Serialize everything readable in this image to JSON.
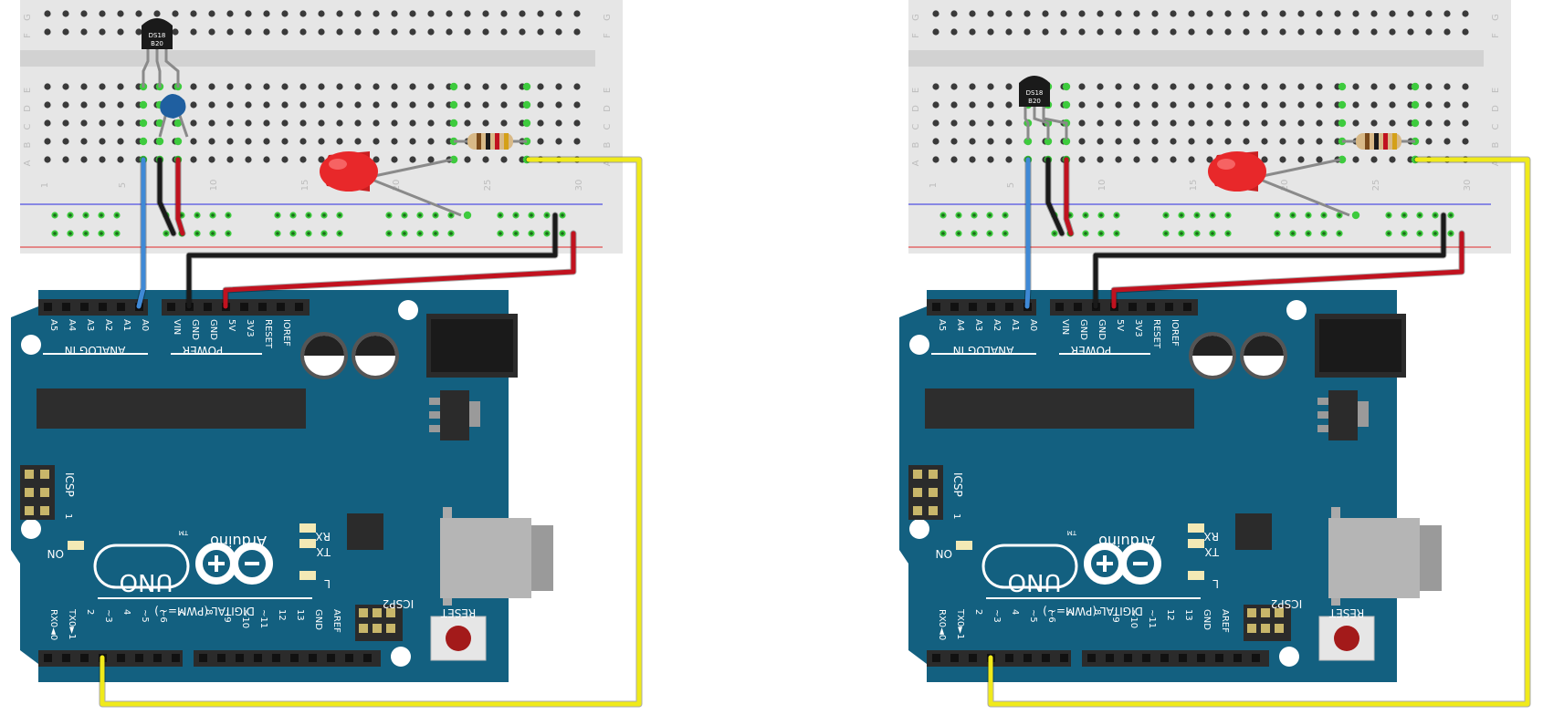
{
  "sensor": {
    "line1": "DS18",
    "line2": "B20"
  },
  "board": {
    "brand": "Arduino",
    "tm": "TM",
    "model": "UNO",
    "analog_header_label": "ANALOG IN",
    "power_header_label": "POWER",
    "digital_header_label": "DIGITAL (PWM=~)",
    "icsp_label": "ICSP",
    "icsp_pin1": "1",
    "icsp2_label": "ICSP2",
    "reset_label": "RESET",
    "on_label": "ON",
    "rx_label": "RX",
    "tx_label": "TX",
    "l_label": "L",
    "analog_pins": [
      "A5",
      "A4",
      "A3",
      "A2",
      "A1",
      "A0"
    ],
    "power_pins": [
      "VIN",
      "GND",
      "GND",
      "5V",
      "3V3",
      "RESET",
      "IOREF"
    ],
    "digital_pins_low": [
      "RX0◄0",
      "TX0►1",
      "2",
      "~3",
      "4",
      "~5",
      "~6",
      "7"
    ],
    "digital_pins_high": [
      "8",
      "~9",
      "~10",
      "~11",
      "12",
      "13",
      "GND",
      "AREF"
    ]
  },
  "breadboard": {
    "row_letters": [
      "G",
      "F",
      "E",
      "D",
      "C",
      "B",
      "A"
    ],
    "column_numbers": [
      "1",
      "5",
      "10",
      "15",
      "20",
      "25",
      "30"
    ]
  },
  "diagrams": [
    {
      "id": "left",
      "variant": "sensor-with-capacitor",
      "ground_pin": "GND (second)"
    },
    {
      "id": "right",
      "variant": "sensor-direct",
      "ground_pin": "GND (third)"
    }
  ],
  "colors": {
    "board": "#136080",
    "breadboard": "#e6e6e6",
    "wire_signal_a0": "#3f89d6",
    "wire_gnd": "#1a1a1a",
    "wire_5v": "#c1121f",
    "wire_led": "#f0ea1a",
    "led": "#e8282a",
    "capacitor": "#1f5fa0",
    "active_hole": "#3ecb3e"
  }
}
